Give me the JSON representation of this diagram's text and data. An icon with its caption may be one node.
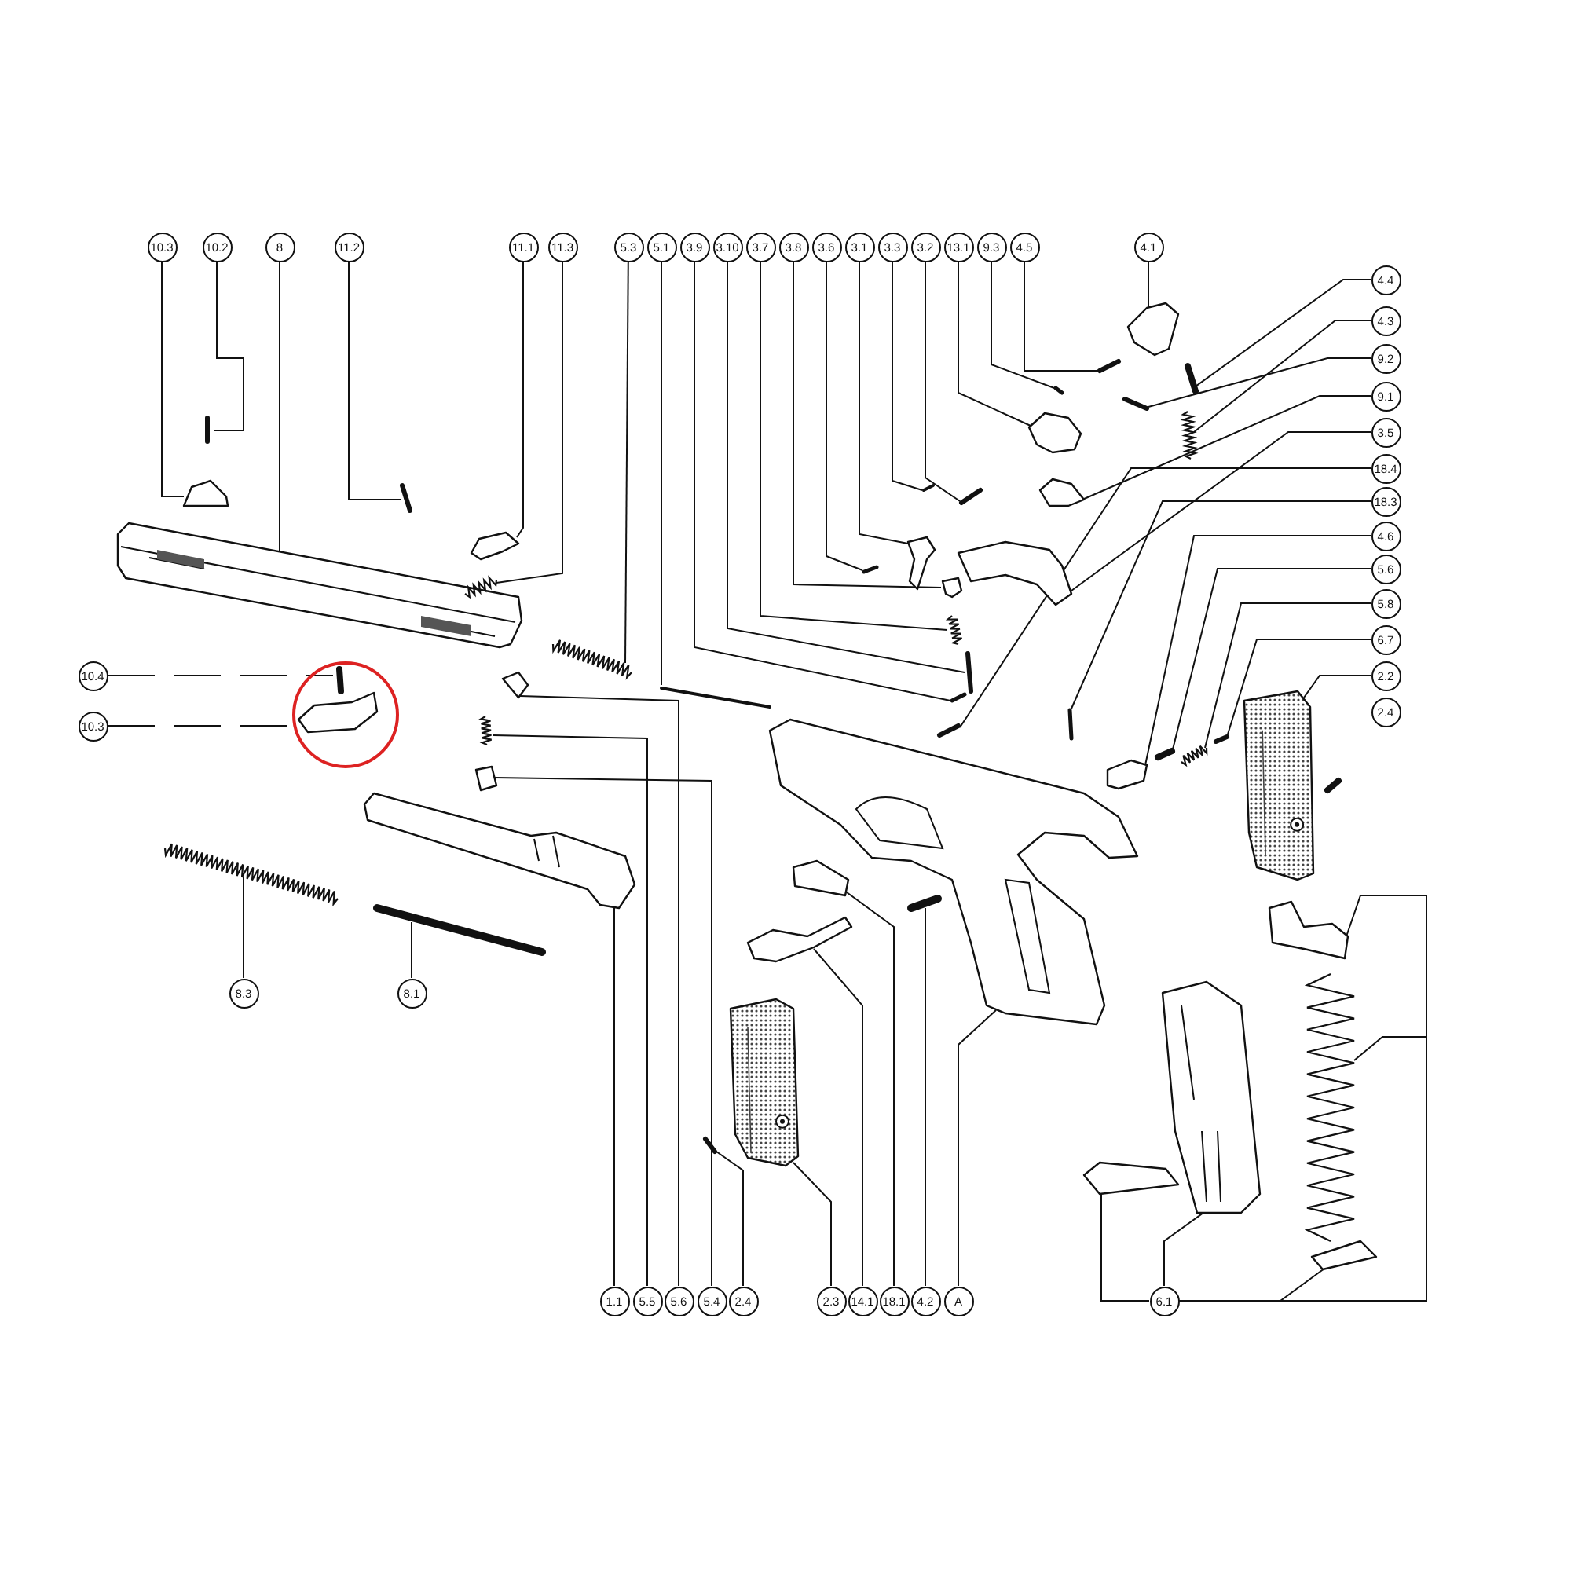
{
  "diagram": {
    "nodes": [
      {
        "text": [
          "10.3"
        ]
      },
      {
        "text": [
          "10.2"
        ]
      },
      {
        "text": [
          "8"
        ]
      },
      {
        "text": [
          "11.2"
        ]
      },
      {
        "text": [
          "11.1"
        ]
      },
      {
        "text": [
          "11.3"
        ]
      },
      {
        "text": [
          "5.3"
        ]
      },
      {
        "text": [
          "5.1"
        ]
      },
      {
        "text": [
          "3.9"
        ]
      },
      {
        "text": [
          "3.10"
        ]
      },
      {
        "text": [
          "3.7"
        ]
      },
      {
        "text": [
          "3.8"
        ]
      },
      {
        "text": [
          "3.6"
        ]
      },
      {
        "text": [
          "3.1"
        ]
      },
      {
        "text": [
          "3.3"
        ]
      },
      {
        "text": [
          "3.2"
        ]
      },
      {
        "text": [
          "13.1"
        ]
      },
      {
        "text": [
          "9.3"
        ]
      },
      {
        "text": [
          "4.5"
        ]
      },
      {
        "text": [
          "4.1"
        ]
      },
      {
        "text": [
          "4.4"
        ]
      },
      {
        "text": [
          "4.3"
        ]
      },
      {
        "text": [
          "9.2"
        ]
      },
      {
        "text": [
          "9.1"
        ]
      },
      {
        "text": [
          "3.5"
        ]
      },
      {
        "text": [
          "18.4"
        ]
      },
      {
        "text": [
          "18.3"
        ]
      },
      {
        "text": [
          "4.6"
        ]
      },
      {
        "text": [
          "5.6"
        ]
      },
      {
        "text": [
          "5.8"
        ]
      },
      {
        "text": [
          "6.7"
        ]
      },
      {
        "text": [
          "2.2"
        ]
      },
      {
        "text": [
          "2.4"
        ]
      },
      {
        "text": [
          "10.4"
        ]
      },
      {
        "text": [
          "10.3"
        ]
      },
      {
        "text": [
          "8.3"
        ]
      },
      {
        "text": [
          "8.1"
        ]
      },
      {
        "text": [
          "1.1"
        ]
      },
      {
        "text": [
          "5.5"
        ]
      },
      {
        "text": [
          "5.6"
        ]
      },
      {
        "text": [
          "5.4"
        ]
      },
      {
        "text": [
          "2.4"
        ]
      },
      {
        "text": [
          "2.3"
        ]
      },
      {
        "text": [
          "14.1"
        ]
      },
      {
        "text": [
          "18.1"
        ]
      },
      {
        "text": [
          "4.2"
        ]
      },
      {
        "text": [
          "A"
        ]
      },
      {
        "text": [
          "6.1"
        ]
      },
      {
        "text": [],
        "shape": "picture"
      },
      {
        "text": [],
        "shape": "picture"
      },
      {
        "text": [],
        "shape": "picture"
      },
      {
        "text": [],
        "shape": "picture"
      },
      {
        "text": [],
        "shape": "picture"
      },
      {
        "text": [],
        "shape": "picture"
      },
      {
        "text": [],
        "shape": "picture"
      },
      {
        "text": [],
        "shape": "picture"
      },
      {
        "text": [],
        "shape": "picture"
      },
      {
        "text": [],
        "shape": "picture"
      },
      {
        "text": [],
        "shape": "picture"
      },
      {
        "text": [],
        "shape": "picture"
      },
      {
        "text": [],
        "shape": "picture"
      },
      {
        "text": [],
        "shape": "picture"
      },
      {
        "text": [],
        "shape": "picture"
      },
      {
        "text": [],
        "shape": "picture"
      },
      {
        "text": [],
        "shape": "picture"
      },
      {
        "text": [],
        "shape": "picture"
      },
      {
        "text": [],
        "shape": "picture"
      },
      {
        "text": [],
        "shape": "picture"
      },
      {
        "text": [],
        "shape": "picture"
      },
      {
        "text": [],
        "shape": "picture"
      },
      {
        "text": [],
        "shape": "picture"
      },
      {
        "text": [],
        "shape": "picture"
      },
      {
        "text": [],
        "shape": "picture"
      },
      {
        "text": [],
        "shape": "picture"
      },
      {
        "text": [],
        "shape": "picture"
      },
      {
        "text": [],
        "shape": "picture"
      },
      {
        "text": [],
        "shape": "picture"
      },
      {
        "text": [],
        "shape": "picture"
      },
      {
        "text": [],
        "shape": "picture"
      },
      {
        "text": [],
        "shape": "picture"
      },
      {
        "text": [],
        "shape": "picture"
      },
      {
        "text": [],
        "shape": "picture"
      },
      {
        "text": [],
        "shape": "picture"
      },
      {
        "text": [],
        "shape": "picture"
      },
      {
        "text": [],
        "shape": "picture"
      },
      {
        "text": [],
        "shape": "picture"
      },
      {
        "text": [],
        "shape": "picture"
      },
      {
        "text": [],
        "shape": "picture"
      },
      {
        "text": [],
        "shape": "picture"
      },
      {
        "text": [],
        "shape": "picture"
      },
      {
        "text": [],
        "shape": "picture"
      },
      {
        "text": [],
        "shape": "picture"
      },
      {
        "text": [],
        "shape": "picture"
      },
      {
        "text": [],
        "shape": "picture"
      },
      {
        "text": [],
        "shape": "picture"
      },
      {
        "text": [],
        "shape": "picture"
      },
      {
        "text": [],
        "shape": "picture"
      },
      {
        "text": [],
        "shape": "picture"
      },
      {
        "text": [],
        "shape": "picture"
      }
    ],
    "edges": [
      {
        "from": 0,
        "to": 48,
        "arrow": "none"
      },
      {
        "from": 1,
        "to": 49,
        "arrow": "none"
      },
      {
        "from": 2,
        "to": 50,
        "arrow": "none"
      },
      {
        "from": 3,
        "to": 51,
        "arrow": "none"
      },
      {
        "from": 4,
        "to": 52,
        "arrow": "none"
      },
      {
        "from": 5,
        "to": 53,
        "arrow": "none"
      },
      {
        "from": 6,
        "to": 54,
        "arrow": "none"
      },
      {
        "from": 7,
        "to": 55,
        "arrow": "none"
      },
      {
        "from": 8,
        "to": 56,
        "arrow": "none"
      },
      {
        "from": 9,
        "to": 57,
        "arrow": "none"
      },
      {
        "from": 10,
        "to": 58,
        "arrow": "none"
      },
      {
        "from": 11,
        "to": 59,
        "arrow": "none"
      },
      {
        "from": 12,
        "to": 60,
        "arrow": "none"
      },
      {
        "from": 13,
        "to": 61,
        "arrow": "none"
      },
      {
        "from": 14,
        "to": 62,
        "arrow": "none"
      },
      {
        "from": 15,
        "to": 63,
        "arrow": "none"
      },
      {
        "from": 16,
        "to": 64,
        "arrow": "none"
      },
      {
        "from": 17,
        "to": 65,
        "arrow": "none"
      },
      {
        "from": 18,
        "to": 66,
        "arrow": "none"
      },
      {
        "from": 19,
        "to": 67,
        "arrow": "none"
      },
      {
        "from": 20,
        "to": 68,
        "arrow": "none"
      },
      {
        "from": 21,
        "to": 69,
        "arrow": "none"
      },
      {
        "from": 22,
        "to": 70,
        "arrow": "none"
      },
      {
        "from": 23,
        "to": 71,
        "arrow": "none"
      },
      {
        "from": 24,
        "to": 72,
        "arrow": "none"
      },
      {
        "from": 25,
        "to": 73,
        "arrow": "none"
      },
      {
        "from": 26,
        "to": 74,
        "arrow": "none"
      },
      {
        "from": 27,
        "to": 75,
        "arrow": "none"
      },
      {
        "from": 28,
        "to": 76,
        "arrow": "none"
      },
      {
        "from": 29,
        "to": 77,
        "arrow": "none"
      },
      {
        "from": 30,
        "to": 78,
        "arrow": "none"
      },
      {
        "from": 31,
        "to": 79,
        "arrow": "none"
      },
      {
        "from": 33,
        "to": 80,
        "arrow": "none",
        "style": "dashed"
      },
      {
        "from": 34,
        "to": 81,
        "arrow": "none",
        "style": "dashed"
      },
      {
        "from": 35,
        "to": 82,
        "arrow": "none"
      },
      {
        "from": 36,
        "to": 83,
        "arrow": "none"
      },
      {
        "from": 37,
        "to": 84,
        "arrow": "none"
      },
      {
        "from": 38,
        "to": 85,
        "arrow": "none"
      },
      {
        "from": 39,
        "to": 86,
        "arrow": "none"
      },
      {
        "from": 40,
        "to": 87,
        "arrow": "none"
      },
      {
        "from": 41,
        "to": 88,
        "arrow": "none"
      },
      {
        "from": 42,
        "to": 89,
        "arrow": "none"
      },
      {
        "from": 43,
        "to": 90,
        "arrow": "none"
      },
      {
        "from": 44,
        "to": 91,
        "arrow": "none"
      },
      {
        "from": 45,
        "to": 92,
        "arrow": "none"
      },
      {
        "from": 46,
        "to": 93,
        "arrow": "none"
      },
      {
        "from": 47,
        "to": 94,
        "arrow": "none"
      },
      {
        "from": 47,
        "to": 95,
        "arrow": "none"
      },
      {
        "from": 47,
        "to": 96,
        "arrow": "none"
      },
      {
        "from": 47,
        "to": 97,
        "arrow": "none"
      },
      {
        "from": 47,
        "to": 98,
        "arrow": "none"
      }
    ]
  }
}
